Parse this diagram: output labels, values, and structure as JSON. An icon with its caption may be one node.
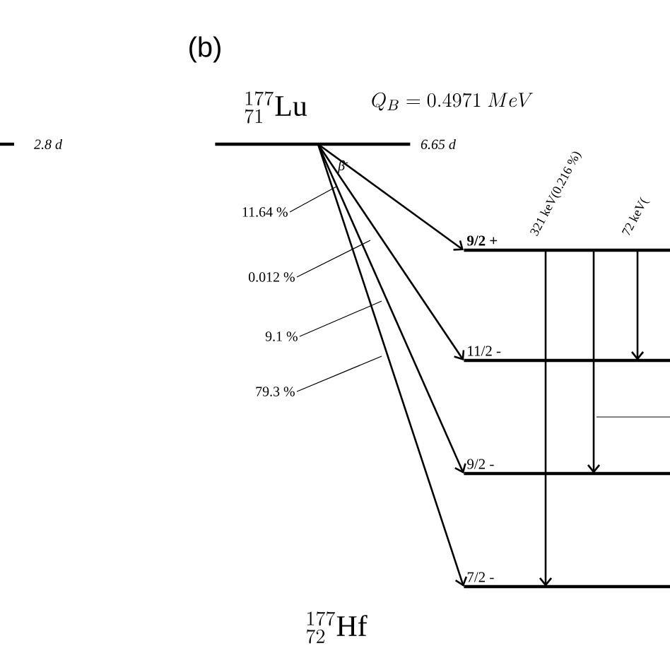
{
  "diagram": {
    "nodes": [
      {
        "text": [],
        "shape": "bar",
        "beside": [
          "6.65 d"
        ]
      },
      {
        "text": [
          "**9/2 +**"
        ]
      },
      {
        "text": [
          "11/2 -"
        ]
      },
      {
        "text": [
          "9/2 -"
        ]
      },
      {
        "text": [
          "7/2 -"
        ]
      },
      {
        "text": [
          "11.64 %"
        ]
      },
      {
        "text": [
          "0.012 %"
        ]
      },
      {
        "text": [
          "9.1 %"
        ]
      },
      {
        "text": [
          "79.3 %"
        ]
      }
    ],
    "edges": [
      {
        "from": 0,
        "to": 1,
        "arrow": "to",
        "label": "β$^{-}$"
      },
      {
        "from": 0,
        "to": 2,
        "arrow": "to"
      },
      {
        "from": 0,
        "to": 3,
        "arrow": "to"
      },
      {
        "from": 0,
        "to": 4,
        "arrow": "to"
      },
      {
        "from": 1,
        "to": 4,
        "arrow": "to",
        "label": "321 keV(0.216 %)"
      },
      {
        "from": 1,
        "to": 3,
        "arrow": "to"
      },
      {
        "from": 1,
        "to": 2,
        "arrow": "to",
        "label": "72 keV("
      },
      {
        "from": 5,
        "to": null,
        "arrow": "none"
      },
      {
        "from": 6,
        "to": null,
        "arrow": "none"
      },
      {
        "from": 7,
        "to": null,
        "arrow": "none"
      },
      {
        "from": 8,
        "to": null,
        "arrow": "none"
      }
    ],
    "labels": [
      "(b)",
      "{}^{177}_{71}\\mathrm{Lu}",
      "Q_{B} = 0.4971\\ MeV",
      "2.8 d",
      "{}^{177}_{72}\\mathrm{Hf}"
    ]
  }
}
